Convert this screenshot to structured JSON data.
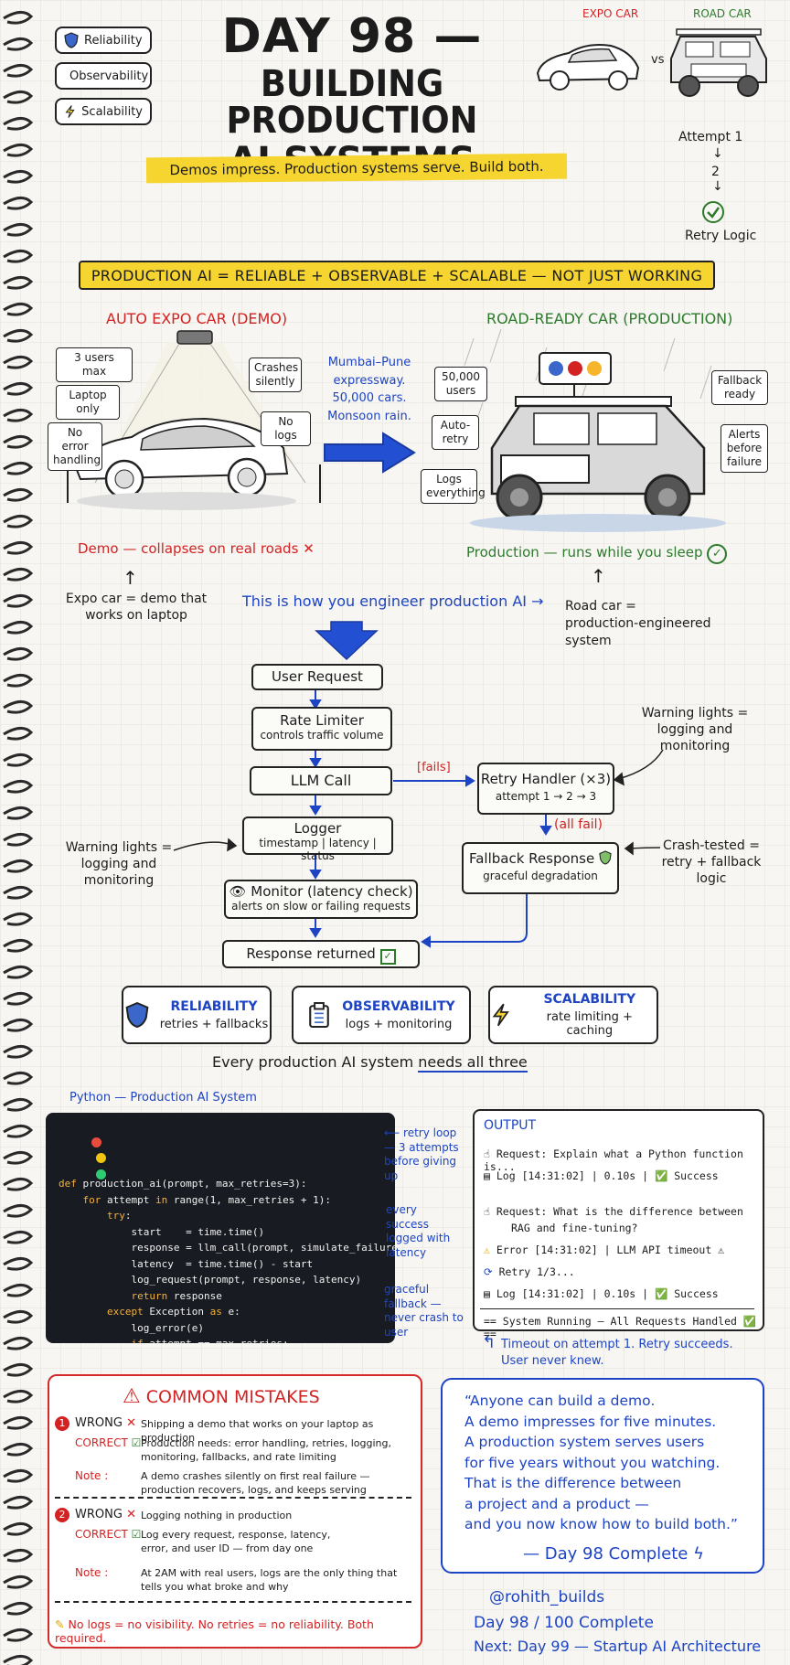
{
  "title": {
    "line1": "DAY 98 —",
    "line2": "BUILDING PRODUCTION",
    "line3": "AI SYSTEMS"
  },
  "subtitle": "Demos impress. Production systems serve. Build both.",
  "badges": [
    {
      "label": "Reliability",
      "icon": "shield-icon"
    },
    {
      "label": "Observability",
      "icon": "clipboard-icon"
    },
    {
      "label": "Scalability",
      "icon": "lightning-icon"
    }
  ],
  "header_cars": {
    "expo_label": "EXPO CAR",
    "road_label": "ROAD CAR",
    "vs": "vs"
  },
  "retry_mini": {
    "step1": "Attempt 1",
    "step2": "2",
    "result": "Retry Logic"
  },
  "banner": "PRODUCTION AI =  RELIABLE + OBSERVABLE + SCALABLE — NOT JUST WORKING",
  "demo": {
    "heading": "AUTO EXPO CAR (DEMO)",
    "notes": [
      "3 users max",
      "Laptop only",
      "No error handling",
      "Crashes silently",
      "No logs"
    ],
    "verdict": "Demo — collapses on real roads",
    "caption": "Expo car = demo that works on laptop"
  },
  "middle": {
    "context": "Mumbai–Pune expressway. 50,000 cars. Monsoon rain.",
    "how": "This is how you engineer production AI →"
  },
  "production": {
    "heading": "ROAD-READY CAR (PRODUCTION)",
    "notes": [
      "50,000 users",
      "Auto-retry",
      "Logs everything",
      "Fallback ready",
      "Alerts before failure"
    ],
    "verdict": "Production — runs while you sleep",
    "caption": "Road car = production-engineered system"
  },
  "flow": {
    "user_request": "User Request",
    "rate_limiter": "Rate Limiter",
    "rate_limiter_sub": "controls traffic volume",
    "llm_call": "LLM Call",
    "fails": "[fails]",
    "retry": "Retry Handler (×3)",
    "retry_sub": "attempt 1 → 2 → 3",
    "all_fail": "(all fail)",
    "fallback": "Fallback Response",
    "fallback_sub": "graceful degradation",
    "logger": "Logger",
    "logger_sub": "timestamp | latency | status",
    "monitor": "Monitor (latency check)",
    "monitor_sub": "alerts on slow or failing requests",
    "response": "Response returned",
    "warn_right": "Warning lights = logging and monitoring",
    "warn_left": "Warning lights = logging and monitoring",
    "crash_tested": "Crash-tested = retry + fallback logic"
  },
  "pillars": [
    {
      "title": "RELIABILITY",
      "sub": "retries + fallbacks",
      "icon": "shield-icon"
    },
    {
      "title": "OBSERVABILITY",
      "sub": "logs + monitoring",
      "icon": "clipboard-icon"
    },
    {
      "title": "SCALABILITY",
      "sub": "rate limiting + caching",
      "icon": "lightning-icon"
    }
  ],
  "pillars_footer": {
    "before": "Every production AI system ",
    "underlined": "needs all three"
  },
  "code": {
    "label": "Python — Production AI System",
    "annotations": [
      "retry loop — 3 attempts before giving up",
      "every success logged with latency",
      "graceful fallback — never crash to user"
    ]
  },
  "output": {
    "heading": "OUTPUT",
    "lines": [
      "Request: Explain what a Python function is...",
      "Log   [14:31:02] | 0.10s | ✅ Success",
      "Request: What is the difference between",
      "RAG and fine-tuning?",
      "Error   [14:31:02] | LLM API timeout ⚠",
      "Retry 1/3...",
      "Log   [14:31:02] | 0.10s | ✅ Success",
      "== System Running — All Requests Handled ✅ =="
    ],
    "note": "Timeout on attempt 1. Retry succeeds. User never knew."
  },
  "mistakes": {
    "heading": "COMMON MISTAKES",
    "wrong_label": "WRONG",
    "correct_label": "CORRECT",
    "note_label": "Note :",
    "items": [
      {
        "num": "1",
        "wrong": "Shipping a demo that works on your laptop as production",
        "correct": "Production needs: error handling, retries, logging, monitoring, fallbacks, and rate limiting",
        "note": "A demo crashes silently on first real failure — production recovers, logs, and keeps serving"
      },
      {
        "num": "2",
        "wrong": "Logging nothing in production",
        "correct": "Log every request, response, latency, error, and user ID — from day one",
        "note": "At 2AM with real users, logs are the only thing that tells you what broke and why"
      }
    ],
    "footer": "No logs = no visibility. No retries = no reliability. Both required."
  },
  "quote": {
    "lines": [
      "“Anyone can build a demo.",
      "A demo impresses for five minutes.",
      "A production system serves users",
      "for five years without you watching.",
      "That is the difference between",
      "a project and a product —",
      "and you now know how to build both.”"
    ],
    "sign": "— Day 98 Complete"
  },
  "footer": {
    "handle": "@rohith_builds",
    "progress": "Day 98 / 100 Complete",
    "next": "Next: Day 99 — Startup AI Architecture"
  },
  "colors": {
    "accent_yellow": "#f6d531",
    "red": "#d32222",
    "green": "#2c7a2c",
    "blue": "#1d44c4"
  }
}
